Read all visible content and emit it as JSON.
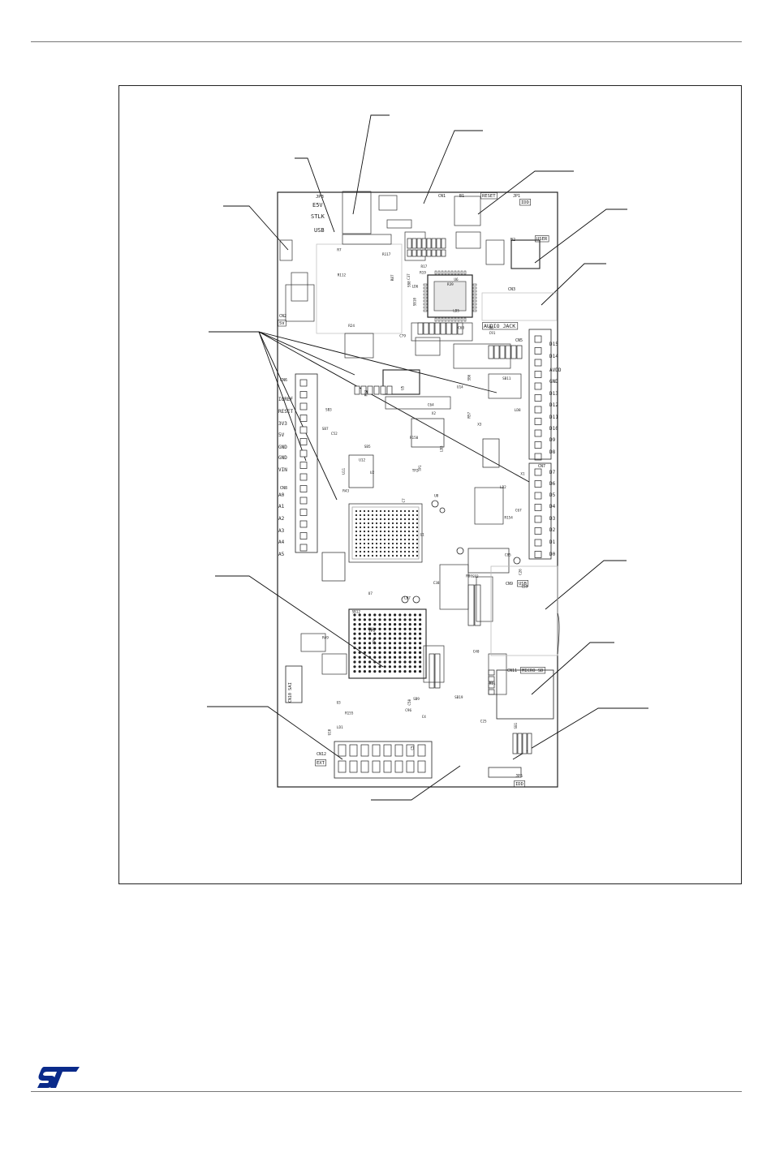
{
  "connector_labels": {
    "top": [
      "JP3",
      "E5V",
      "STLK",
      "USB",
      "CN1",
      "B1",
      "RESET",
      "JP1",
      "IDD",
      "B2",
      "USER",
      "CN3",
      "AUDIO JACK"
    ],
    "right": [
      "CN5",
      "D15",
      "D14",
      "AVDD",
      "GND",
      "D13",
      "D12",
      "D11",
      "D10",
      "D9",
      "D8",
      "CN7",
      "D7",
      "D6",
      "D5",
      "D4",
      "D3",
      "D2",
      "D1",
      "D0",
      "CN9",
      "USB",
      "CN11",
      "MICRO SD",
      "JP5",
      "IDD"
    ],
    "left": [
      "CN2",
      "5V",
      "CN6",
      "IOREF",
      "RESET",
      "3V3",
      "5V",
      "GND",
      "GND",
      "VIN",
      "CN8",
      "A0",
      "A1",
      "A2",
      "A3",
      "A4",
      "A5",
      "CN10",
      "SAI",
      "CN12",
      "EXT"
    ],
    "components": [
      "U1",
      "U2",
      "U3",
      "U5",
      "U6",
      "U7",
      "U8",
      "U10",
      "U11",
      "U12",
      "U14",
      "X1",
      "X2",
      "X3",
      "LD1",
      "LD2",
      "LD3",
      "LD5",
      "LD6",
      "LD7",
      "LD8",
      "TP1",
      "TP2",
      "TP3",
      "TP6",
      "SB1",
      "SB2",
      "SB3",
      "SB5",
      "SB6",
      "SB7",
      "SB8",
      "SB9",
      "SB10",
      "SB11",
      "SB12",
      "SB19",
      "R8",
      "R7",
      "R11",
      "R17",
      "R19",
      "R23",
      "R24",
      "R39",
      "R43",
      "R49",
      "R57",
      "R86",
      "R87",
      "R112",
      "R117",
      "R150",
      "R154",
      "R155",
      "C4",
      "C5",
      "C7",
      "C25",
      "C26",
      "C37",
      "C38",
      "C40",
      "C50",
      "C52",
      "C59",
      "C60",
      "C64",
      "C67",
      "C79",
      "C80",
      "C85",
      "C91",
      "C96"
    ]
  }
}
